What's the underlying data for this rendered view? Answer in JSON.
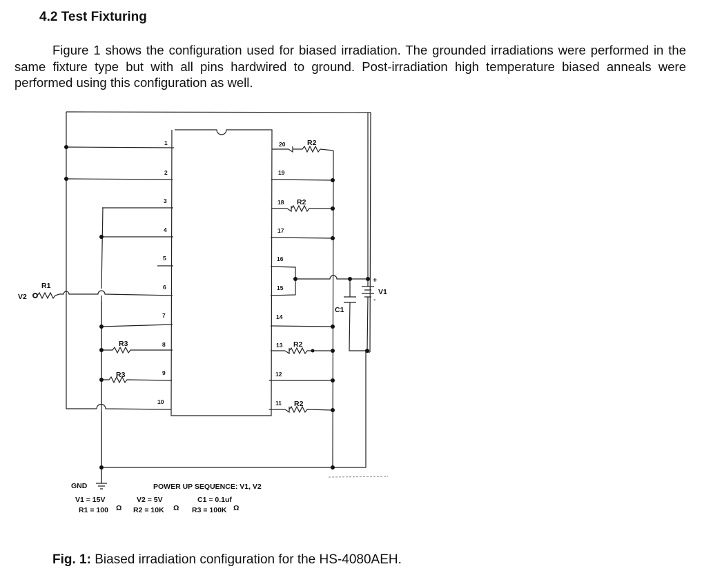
{
  "section": {
    "heading": "4.2 Test Fixturing",
    "paragraph": "Figure 1 shows the configuration used for biased irradiation. The grounded irradiations were performed in the same fixture type but with all pins hardwired to ground. Post-irradiation high temperature biased anneals were performed using this configuration as well."
  },
  "schematic": {
    "pins_left": [
      "1",
      "2",
      "3",
      "4",
      "5",
      "6",
      "7",
      "8",
      "9",
      "10"
    ],
    "pins_right": [
      "20",
      "19",
      "18",
      "17",
      "16",
      "15",
      "14",
      "13",
      "12",
      "11"
    ],
    "labels": {
      "r1": "R1",
      "r2": "R2",
      "r3": "R3",
      "c1": "C1",
      "v1": "V1",
      "v2": "V2",
      "plus": "+",
      "minus": "-",
      "gnd": "GND"
    },
    "notes": {
      "power_up": "POWER UP SEQUENCE: V1, V2",
      "v1_value": "V1 = 15V",
      "r1_value": "R1 = 100",
      "v2_value": "V2 = 5V",
      "r2_value": "R2 = 10K",
      "c1_value": "C1 = 0.1uf",
      "r3_value": "R3 = 100K",
      "ohm": "Ω"
    }
  },
  "caption": {
    "label": "Fig. 1:",
    "text": " Biased irradiation configuration for the HS-4080AEH."
  }
}
